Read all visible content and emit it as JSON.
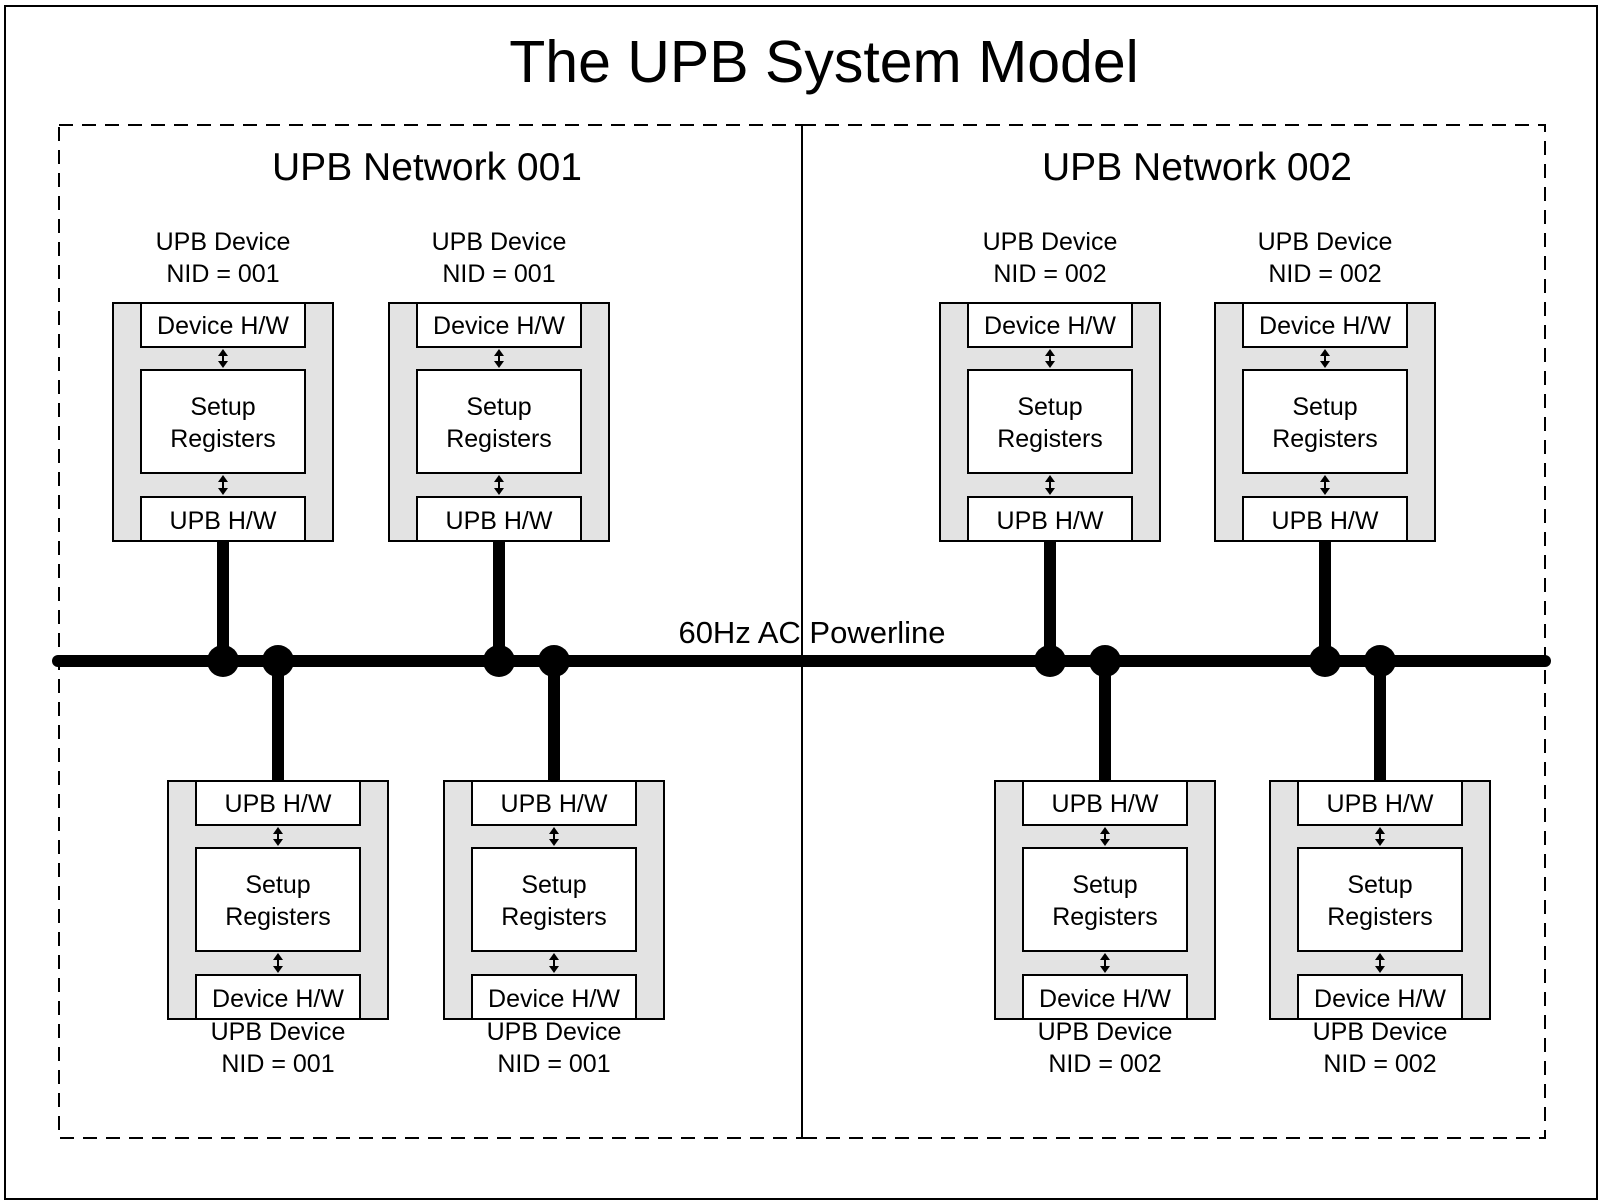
{
  "title": "The UPB System Model",
  "powerline_label": "60Hz AC Powerline",
  "colors": {
    "device_fill": "#e3e3e3",
    "line": "#000000",
    "background": "#ffffff"
  },
  "networks": [
    {
      "name": "UPB Network 001"
    },
    {
      "name": "UPB Network 002"
    }
  ],
  "devices": [
    {
      "network": 0,
      "row": "top",
      "label": "UPB Device",
      "nid": "NID = 001",
      "top_box": "Device H/W",
      "middle_line1": "Setup",
      "middle_line2": "Registers",
      "bottom_box": "UPB H/W"
    },
    {
      "network": 0,
      "row": "top",
      "label": "UPB Device",
      "nid": "NID = 001",
      "top_box": "Device H/W",
      "middle_line1": "Setup",
      "middle_line2": "Registers",
      "bottom_box": "UPB H/W"
    },
    {
      "network": 1,
      "row": "top",
      "label": "UPB Device",
      "nid": "NID = 002",
      "top_box": "Device H/W",
      "middle_line1": "Setup",
      "middle_line2": "Registers",
      "bottom_box": "UPB H/W"
    },
    {
      "network": 1,
      "row": "top",
      "label": "UPB Device",
      "nid": "NID = 002",
      "top_box": "Device H/W",
      "middle_line1": "Setup",
      "middle_line2": "Registers",
      "bottom_box": "UPB H/W"
    },
    {
      "network": 0,
      "row": "bottom",
      "label": "UPB Device",
      "nid": "NID = 001",
      "top_box": "UPB H/W",
      "middle_line1": "Setup",
      "middle_line2": "Registers",
      "bottom_box": "Device H/W"
    },
    {
      "network": 0,
      "row": "bottom",
      "label": "UPB Device",
      "nid": "NID = 001",
      "top_box": "UPB H/W",
      "middle_line1": "Setup",
      "middle_line2": "Registers",
      "bottom_box": "Device H/W"
    },
    {
      "network": 1,
      "row": "bottom",
      "label": "UPB Device",
      "nid": "NID = 002",
      "top_box": "UPB H/W",
      "middle_line1": "Setup",
      "middle_line2": "Registers",
      "bottom_box": "Device H/W"
    },
    {
      "network": 1,
      "row": "bottom",
      "label": "UPB Device",
      "nid": "NID = 002",
      "top_box": "UPB H/W",
      "middle_line1": "Setup",
      "middle_line2": "Registers",
      "bottom_box": "Device H/W"
    }
  ]
}
